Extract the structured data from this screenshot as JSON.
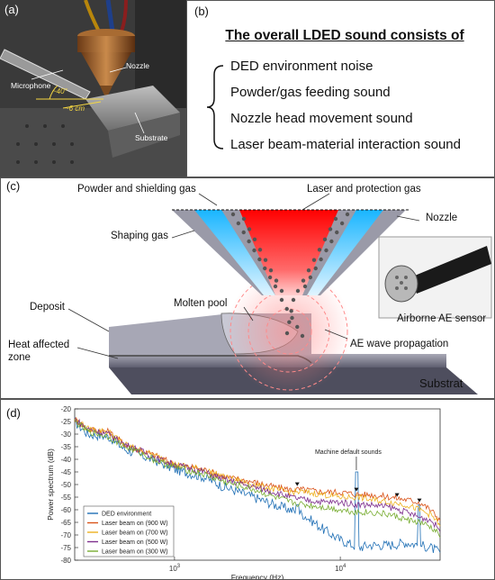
{
  "panel_a": {
    "label": "(a)",
    "microphone_label": "Microphone",
    "nozzle_label": "Nozzle",
    "substrate_label": "Substrate",
    "angle_label": "~40°",
    "distance_label": "~6 cm"
  },
  "panel_b": {
    "label": "(b)",
    "title": "The overall LDED sound consists of",
    "items": [
      "DED environment noise",
      "Powder/gas feeding sound",
      "Nozzle head movement sound",
      "Laser beam-material interaction sound"
    ]
  },
  "panel_c": {
    "label": "(c)",
    "powder_gas": "Powder and shielding gas",
    "laser_gas": "Laser and protection gas",
    "nozzle": "Nozzle",
    "shaping_gas": "Shaping gas",
    "deposit": "Deposit",
    "molten_pool": "Molten pool",
    "airborne_sensor": "Airborne AE sensor",
    "heat_zone_1": "Heat affected",
    "heat_zone_2": "zone",
    "ae_wave": "AE wave propagation",
    "substrat": "Substrat"
  },
  "panel_d": {
    "label": "(d)",
    "annotation": "Machine default sounds",
    "colors": {
      "ded": "#1f6fb5",
      "w900": "#d95319",
      "w700": "#edb120",
      "w500": "#7e2f8e",
      "w300": "#77ac30"
    }
  },
  "chart_data": {
    "type": "line",
    "title": "",
    "xlabel": "Frequency (Hz)",
    "ylabel": "Power spectrum (dB)",
    "xscale": "log",
    "xlim": [
      250,
      40000
    ],
    "ylim": [
      -80,
      -20
    ],
    "x_ticks": [
      "10^3",
      "10^4"
    ],
    "y_ticks": [
      -20,
      -25,
      -30,
      -35,
      -40,
      -45,
      -50,
      -55,
      -60,
      -65,
      -70,
      -75,
      -80
    ],
    "legend_position": "bottom-left",
    "x": [
      250,
      300,
      400,
      500,
      600,
      800,
      1000,
      1500,
      2000,
      3000,
      4000,
      5000,
      6000,
      8000,
      10000,
      13000,
      15000,
      20000,
      25000,
      30000,
      35000,
      40000
    ],
    "series": [
      {
        "name": "DED environment",
        "values": [
          -25,
          -30,
          -31,
          -36,
          -38,
          -41,
          -44,
          -47,
          -51,
          -55,
          -58,
          -60,
          -62,
          -68,
          -72,
          -75,
          -74,
          -74,
          -73,
          -74,
          -75,
          -77
        ]
      },
      {
        "name": "Laser beam on (900 W)",
        "values": [
          -24,
          -28,
          -29,
          -34,
          -36,
          -39,
          -42,
          -44,
          -47,
          -49,
          -51,
          -52,
          -52,
          -53,
          -53,
          -54,
          -54,
          -55,
          -56,
          -57,
          -60,
          -64
        ]
      },
      {
        "name": "Laser beam on (700 W)",
        "values": [
          -24,
          -28,
          -29,
          -34,
          -36,
          -39,
          -42,
          -44,
          -47,
          -50,
          -52,
          -53,
          -53,
          -54,
          -55,
          -55,
          -56,
          -57,
          -58,
          -60,
          -62,
          -66
        ]
      },
      {
        "name": "Laser beam on (500 W)",
        "values": [
          -24,
          -28,
          -30,
          -34,
          -36,
          -40,
          -42,
          -45,
          -48,
          -51,
          -53,
          -55,
          -56,
          -57,
          -57,
          -58,
          -58,
          -59,
          -61,
          -63,
          -64,
          -68
        ]
      },
      {
        "name": "Laser beam on (300 W)",
        "values": [
          -25,
          -29,
          -31,
          -35,
          -37,
          -41,
          -43,
          -46,
          -49,
          -52,
          -55,
          -57,
          -58,
          -59,
          -60,
          -61,
          -61,
          -62,
          -64,
          -65,
          -67,
          -70
        ]
      }
    ],
    "annotation": {
      "text": "Machine default sounds",
      "marker_x": [
        5500,
        12500,
        22000,
        30000
      ]
    }
  }
}
